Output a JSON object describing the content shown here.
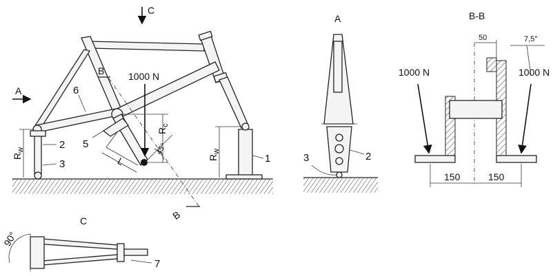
{
  "views": {
    "main": {
      "force": "1000 N",
      "angle": "45°",
      "dim_rw_left": "R",
      "dim_rw_left_sub": "w",
      "dim_rw_right": "R",
      "dim_rw_right_sub": "w",
      "dim_rc": "R",
      "dim_rc_sub": "c",
      "dim_l": "L",
      "view_arrow_a": "A",
      "view_arrow_c": "C",
      "section_b_top": "B",
      "section_b_bottom": "B",
      "part_1": "1",
      "part_2": "2",
      "part_3": "3",
      "part_5": "5",
      "part_6": "6"
    },
    "view_a": {
      "title": "A",
      "part_2": "2",
      "part_3": "3"
    },
    "section_bb": {
      "title": "B-B",
      "dim_top": "50",
      "angle": "7,5°",
      "force_left": "1000 N",
      "force_right": "1000 N",
      "dim_left": "150",
      "dim_right": "150"
    },
    "view_c": {
      "title": "C",
      "angle": "90°",
      "part_7": "7"
    }
  }
}
